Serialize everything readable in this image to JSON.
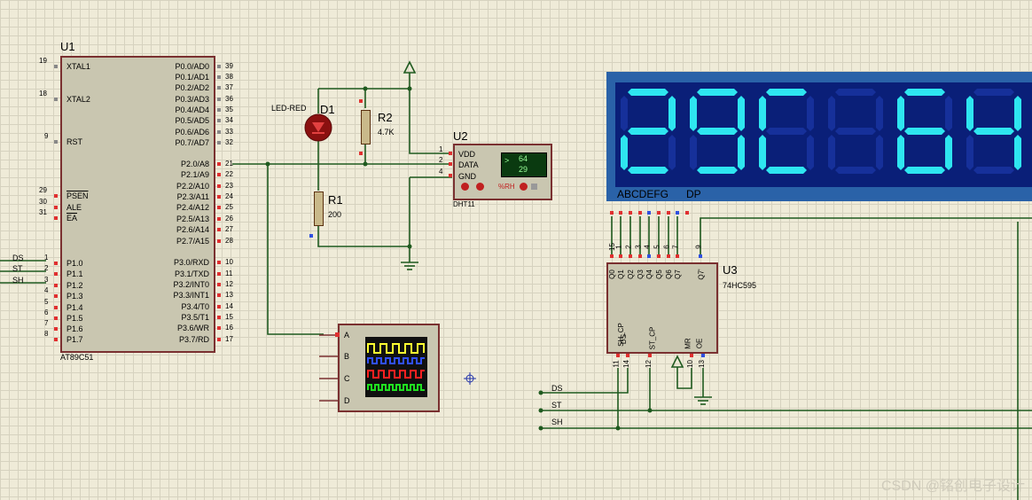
{
  "u1": {
    "ref": "U1",
    "part": "AT89C51",
    "left_pins": [
      {
        "num": "19",
        "name": "XTAL1"
      },
      {
        "num": "18",
        "name": "XTAL2"
      },
      {
        "num": "9",
        "name": "RST"
      },
      {
        "num": "29",
        "name": "PSEN"
      },
      {
        "num": "30",
        "name": "ALE"
      },
      {
        "num": "31",
        "name": "EA"
      },
      {
        "num": "1",
        "name": "P1.0"
      },
      {
        "num": "2",
        "name": "P1.1"
      },
      {
        "num": "3",
        "name": "P1.2"
      },
      {
        "num": "4",
        "name": "P1.3"
      },
      {
        "num": "5",
        "name": "P1.4"
      },
      {
        "num": "6",
        "name": "P1.5"
      },
      {
        "num": "7",
        "name": "P1.6"
      },
      {
        "num": "8",
        "name": "P1.7"
      }
    ],
    "right_pins": [
      {
        "num": "39",
        "name": "P0.0/AD0"
      },
      {
        "num": "38",
        "name": "P0.1/AD1"
      },
      {
        "num": "37",
        "name": "P0.2/AD2"
      },
      {
        "num": "36",
        "name": "P0.3/AD3"
      },
      {
        "num": "35",
        "name": "P0.4/AD4"
      },
      {
        "num": "34",
        "name": "P0.5/AD5"
      },
      {
        "num": "33",
        "name": "P0.6/AD6"
      },
      {
        "num": "32",
        "name": "P0.7/AD7"
      },
      {
        "num": "21",
        "name": "P2.0/A8"
      },
      {
        "num": "22",
        "name": "P2.1/A9"
      },
      {
        "num": "23",
        "name": "P2.2/A10"
      },
      {
        "num": "24",
        "name": "P2.3/A11"
      },
      {
        "num": "25",
        "name": "P2.4/A12"
      },
      {
        "num": "26",
        "name": "P2.5/A13"
      },
      {
        "num": "27",
        "name": "P2.6/A14"
      },
      {
        "num": "28",
        "name": "P2.7/A15"
      },
      {
        "num": "10",
        "name": "P3.0/RXD"
      },
      {
        "num": "11",
        "name": "P3.1/TXD"
      },
      {
        "num": "12",
        "name": "P3.2/INT0"
      },
      {
        "num": "13",
        "name": "P3.3/INT1"
      },
      {
        "num": "14",
        "name": "P3.4/T0"
      },
      {
        "num": "15",
        "name": "P3.5/T1"
      },
      {
        "num": "16",
        "name": "P3.6/WR"
      },
      {
        "num": "17",
        "name": "P3.7/RD"
      }
    ],
    "net_labels": [
      "DS",
      "ST",
      "SH"
    ]
  },
  "d1": {
    "ref": "D1",
    "part": "LED-RED"
  },
  "r2": {
    "ref": "R2",
    "value": "4.7K"
  },
  "r1": {
    "ref": "R1",
    "value": "200"
  },
  "u2": {
    "ref": "U2",
    "part": "DHT11",
    "pins": [
      {
        "num": "1",
        "name": "VDD"
      },
      {
        "num": "2",
        "name": "DATA"
      },
      {
        "num": "4",
        "name": "GND"
      }
    ],
    "display_temp": "64",
    "display_hum": "29",
    "arrow": ">",
    "rh_label": "%RH"
  },
  "scope": {
    "channels": [
      "A",
      "B",
      "C",
      "D"
    ]
  },
  "display": {
    "digits": [
      "2",
      "9",
      "C",
      "",
      "6",
      "4"
    ],
    "segment_labels": "ABCDEFG",
    "dp_label": "DP",
    "segment_color": "#2ee6f0"
  },
  "u3": {
    "ref": "U3",
    "part": "74HC595",
    "top_pins": [
      {
        "num": "15",
        "name": "Q0"
      },
      {
        "num": "1",
        "name": "Q1"
      },
      {
        "num": "2",
        "name": "Q2"
      },
      {
        "num": "3",
        "name": "Q3"
      },
      {
        "num": "4",
        "name": "Q4"
      },
      {
        "num": "5",
        "name": "Q5"
      },
      {
        "num": "6",
        "name": "Q6"
      },
      {
        "num": "7",
        "name": "Q7"
      },
      {
        "num": "9",
        "name": "Q7'"
      }
    ],
    "bottom_pins": [
      {
        "num": "11",
        "name": "SH_CP"
      },
      {
        "num": "14",
        "name": "DS"
      },
      {
        "num": "12",
        "name": "ST_CP"
      },
      {
        "num": "10",
        "name": "MR"
      },
      {
        "num": "13",
        "name": "OE"
      }
    ],
    "bus_labels": [
      "DS",
      "ST",
      "SH"
    ]
  },
  "watermark": "CSDN @铭创电子设计"
}
